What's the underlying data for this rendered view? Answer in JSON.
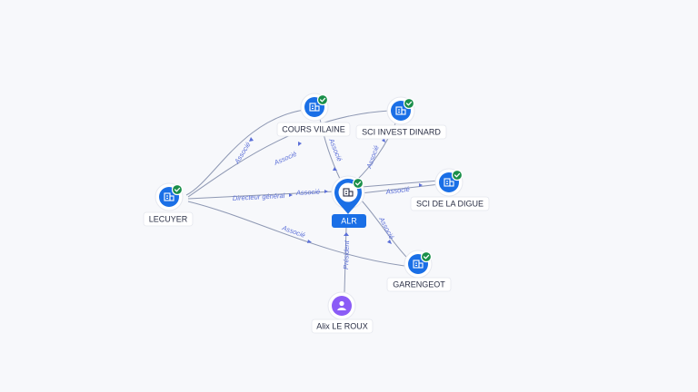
{
  "colors": {
    "company": "#1a6fe6",
    "person": "#8b5cf6",
    "verified": "#1a8f4a",
    "edge": "#8e98b3",
    "edge_label": "#5b6fd8"
  },
  "nodes": {
    "center": {
      "label": "ALR",
      "icon": "building-icon"
    },
    "cours_vilaine": {
      "label": "COURS VILAINE",
      "icon": "building-icon",
      "verified": true
    },
    "sci_invest_dinard": {
      "label": "SCI INVEST DINARD",
      "icon": "building-icon",
      "verified": true
    },
    "lecuyer": {
      "label": "LECUYER",
      "icon": "building-icon",
      "verified": true
    },
    "sci_de_la_digue": {
      "label": "SCI DE LA DIGUE",
      "icon": "building-icon",
      "verified": true
    },
    "garengeot": {
      "label": "GARENGEOT",
      "icon": "building-icon",
      "verified": true
    },
    "alix_le_roux": {
      "label": "Alix LE ROUX",
      "icon": "person-icon"
    }
  },
  "edges": {
    "lecuyer_cours": "Associé",
    "lecuyer_invest": "Associé",
    "lecuyer_alr": "Directeur général",
    "lecuyer_alr_assoc": "Associé",
    "lecuyer_garengeot": "Associé",
    "cours_alr": "Associé",
    "invest_alr": "Associé",
    "alr_digue": "Associé",
    "alr_garengeot": "Associé",
    "alix_alr": "Président"
  }
}
